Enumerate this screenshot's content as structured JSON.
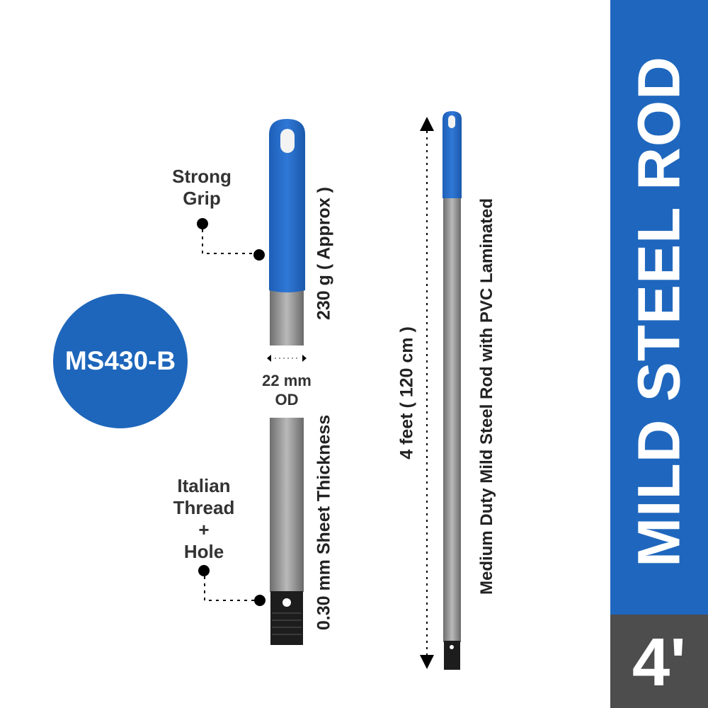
{
  "banner": {
    "title": "MILD STEEL ROD",
    "size": "4'"
  },
  "badge": {
    "model": "MS430-B"
  },
  "features": {
    "grip": [
      "Strong",
      "Grip"
    ],
    "weight": "230 g ( Approx )",
    "diameter": [
      "22 mm",
      "OD"
    ],
    "thickness": "0.30 mm Sheet Thickness",
    "thread": [
      "Italian",
      "Thread",
      "+",
      "Hole"
    ]
  },
  "dimension": {
    "length": "4 feet ( 120 cm )"
  },
  "description": "Medium Duty Mild Steel Rod with PVC Laminated",
  "colors": {
    "brand_blue": "#1f67be",
    "dark_gray": "#4d4d4d"
  }
}
